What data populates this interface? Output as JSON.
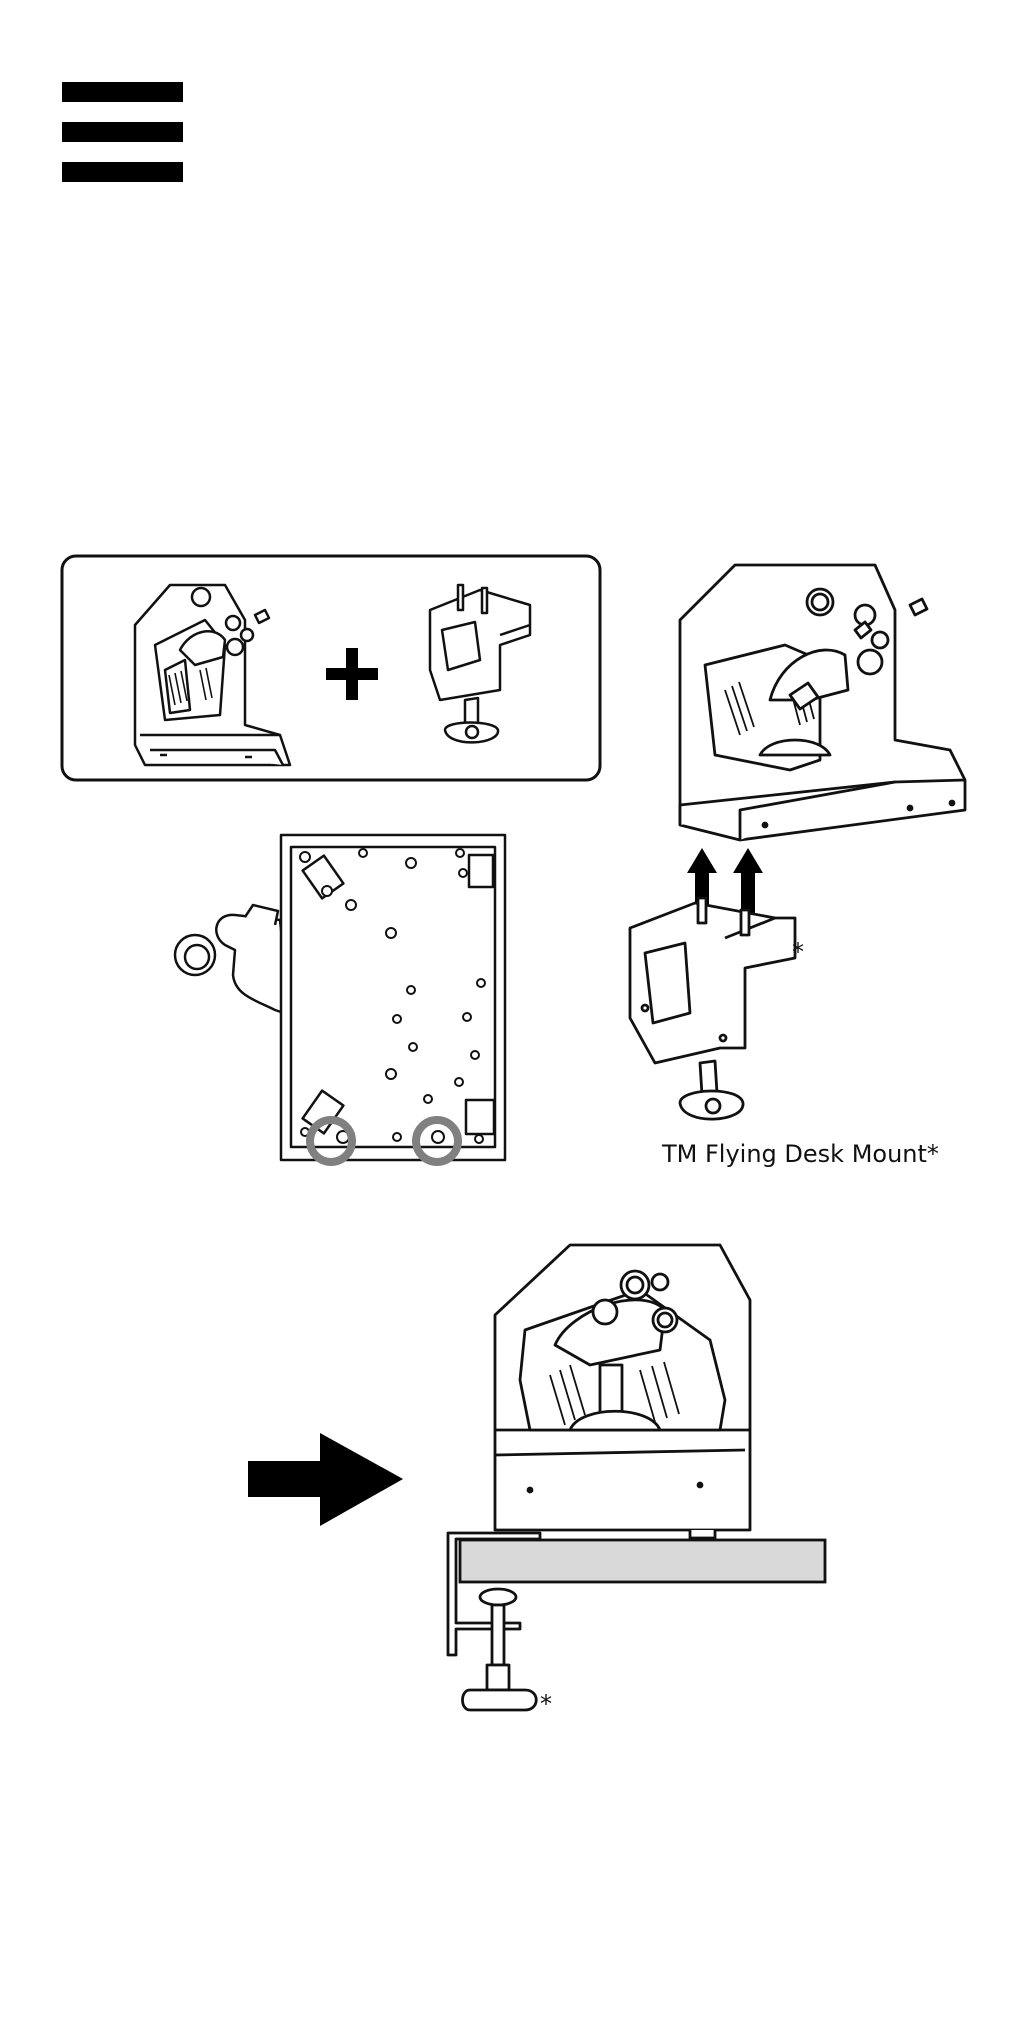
{
  "header": {
    "icon": "hamburger-menu-icon"
  },
  "step1": {
    "plus_symbol": "+",
    "items": [
      "throttle-unit",
      "desk-mount-clamp"
    ]
  },
  "step2": {
    "mount_caption": "TM Flying Desk Mount*",
    "asterisk": "*",
    "highlight_color": "#808080"
  },
  "step3": {
    "asterisk": "*",
    "desk_color": "#d9d9d9"
  }
}
